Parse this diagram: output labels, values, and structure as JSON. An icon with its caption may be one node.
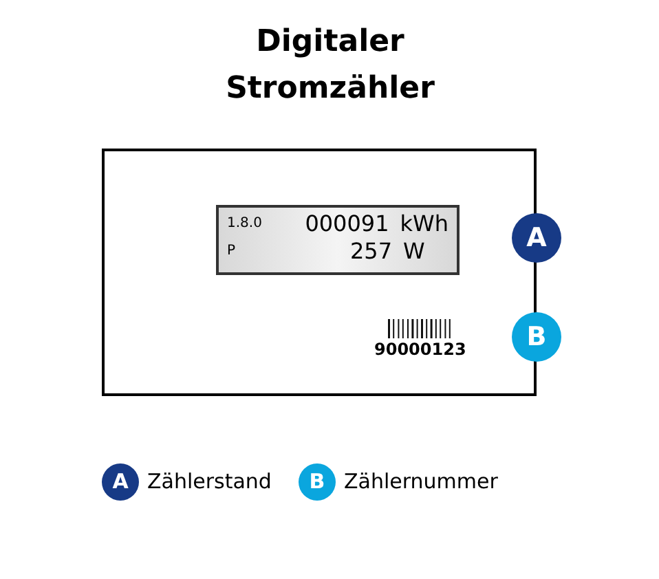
{
  "diagram": {
    "title": "Digitaler Stromzähler",
    "nodes": [
      {
        "text": [],
        "shape": "box"
      },
      {
        "text": [
          "1.8.0",
          "000091",
          "kWh",
          "P",
          "257",
          "W"
        ],
        "in": 0
      },
      {
        "text": [
          "90000123"
        ],
        "in": 0
      },
      {
        "text": [
          "A"
        ]
      },
      {
        "text": [
          "B"
        ]
      }
    ],
    "labels": [
      "A",
      "B"
    ],
    "legend": [
      {
        "text": "Zählerstand",
        "color": "#173a86"
      },
      {
        "text": "Zählernummer",
        "color": "#0aa6de"
      }
    ]
  }
}
